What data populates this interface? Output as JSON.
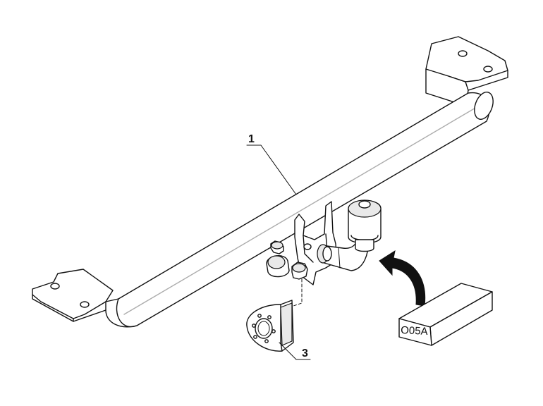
{
  "callouts": {
    "towbar": "1",
    "socket_plate": "3"
  },
  "kit_box": {
    "label": "O05A"
  }
}
